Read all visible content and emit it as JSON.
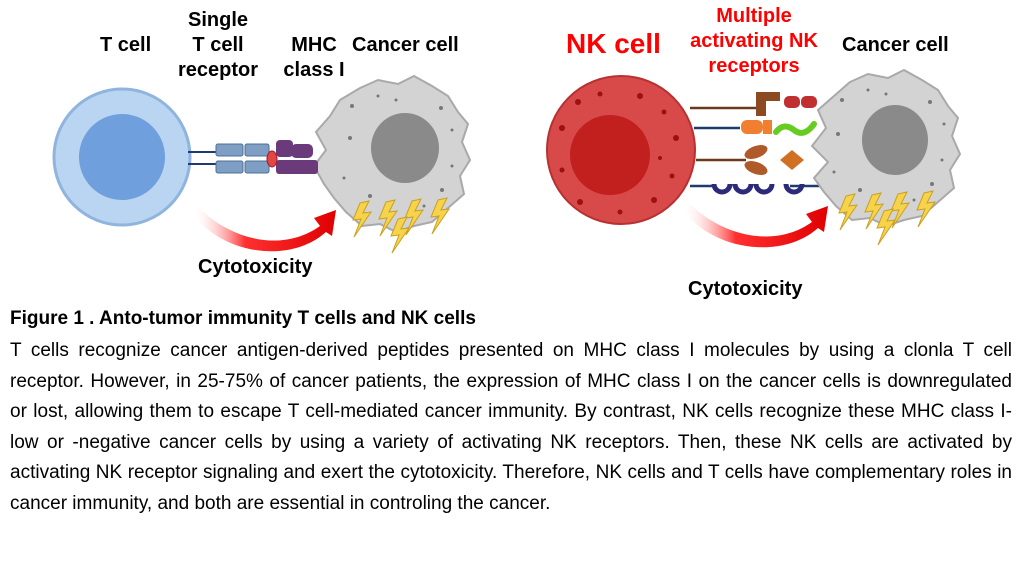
{
  "colors": {
    "t_cell_outer": "#b9d5f2",
    "t_cell_inner": "#6f9fdc",
    "nk_cell_outer": "#d84a4a",
    "nk_cell_inner": "#c21f1f",
    "cancer_cell": "#d3d3d3",
    "cancer_nucleus": "#8a8a8a",
    "tcr": "#7f9ec4",
    "mhc": "#6b3a7a",
    "lightning": "#f7d24b",
    "arrow": "#e00000",
    "nk_label": "#ff0000"
  },
  "left_panel": {
    "t_cell_label": "T cell",
    "tcr_label": [
      "Single",
      "T cell",
      "receptor"
    ],
    "mhc_label": [
      "MHC",
      "class I"
    ],
    "cancer_label": "Cancer cell",
    "effect_label": "Cytotoxicity"
  },
  "right_panel": {
    "nk_label": "NK cell",
    "receptors_label": [
      "Multiple",
      "activating NK",
      "receptors"
    ],
    "cancer_label": "Cancer cell",
    "effect_label": "Cytotoxicity"
  },
  "caption": {
    "title": "Figure 1 . Anto-tumor immunity T cells and NK cells",
    "body": "T cells recognize cancer antigen-derived peptides presented on MHC class I molecules by using a clonla T cell receptor. However, in 25-75% of cancer patients, the expression of MHC class I on the cancer cells is downregulated or lost, allowing them to escape T cell-mediated cancer immunity. By contrast, NK cells recognize these MHC class I-low or -negative cancer cells by using a variety of activating NK receptors. Then, these NK cells are activated by activating NK receptor signaling and exert the cytotoxicity. Therefore, NK cells and T cells have complementary roles in cancer immunity, and both are essential in controling the cancer."
  }
}
